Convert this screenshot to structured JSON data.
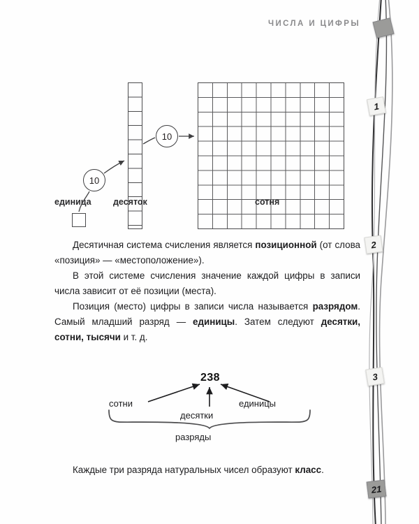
{
  "page": {
    "running_head": "ЧИСЛА И ЦИФРЫ",
    "page_number": "21"
  },
  "figure": {
    "bubble_multiplier_units_to_tens": "10",
    "bubble_multiplier_tens_to_hundreds": "10",
    "caption_unit": "единица",
    "caption_ten": "десяток",
    "caption_hundred": "сотня",
    "unit_cells": 1,
    "ten_cells": 10,
    "hundred_grid_rows": 10,
    "hundred_grid_cols": 10
  },
  "body": {
    "paragraph_1_a": "Десятичная система счисления является ",
    "paragraph_1_bold": "позиционной",
    "paragraph_1_b": " (от слова «позиция» — «местоположение»).",
    "paragraph_2": "В этой системе счисления значение каждой цифры в записи числа зависит от её позиции (места).",
    "paragraph_3_a": "Позиция (место) цифры в записи числа называется ",
    "paragraph_3_bold1": "разрядом",
    "paragraph_3_b": ". Самый младший разряд — ",
    "paragraph_3_bold2": "единицы",
    "paragraph_3_c": ". Затем следуют ",
    "paragraph_3_bold3": "десятки, сотни, тысячи",
    "paragraph_3_d": " и т. д."
  },
  "breakdown": {
    "number": "238",
    "label_hundreds": "сотни",
    "label_tens": "десятки",
    "label_units": "единицы",
    "label_brace": "разряды"
  },
  "closing": {
    "text_a": "Каждые три разряда натуральных чисел образуют ",
    "bold": "класс",
    "text_b": "."
  },
  "binding": {
    "tag_blank": "",
    "tag_1": "1",
    "tag_2": "2",
    "tag_3": "3",
    "tag_page": "21"
  },
  "colors": {
    "ink": "#1c1c1e",
    "rule": "#4b4b4d",
    "running_head": "#8b8b8d",
    "tag_grey": "#9b9b99"
  }
}
